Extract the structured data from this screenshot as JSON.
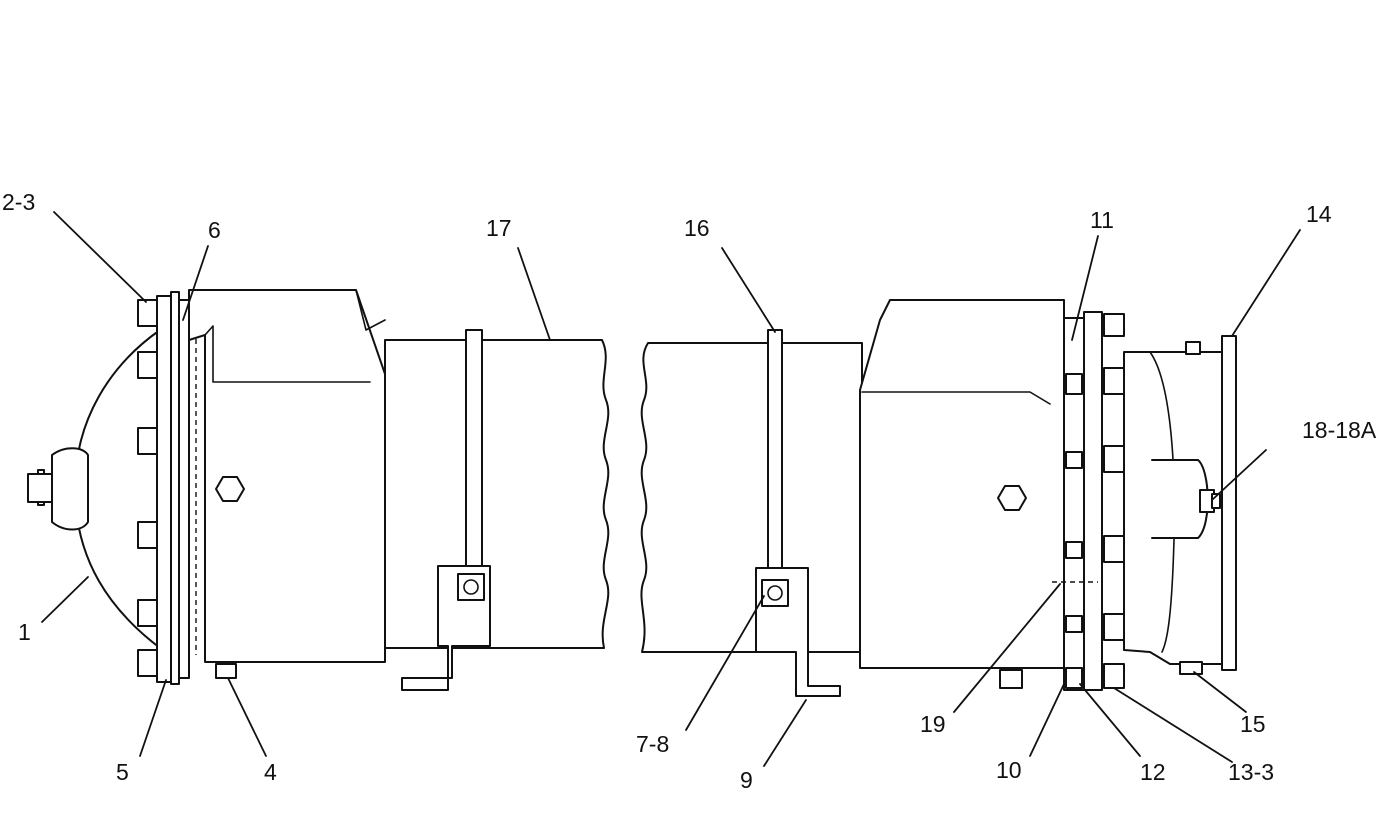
{
  "callouts": {
    "c1": "1",
    "c2_3": "2-3",
    "c4": "4",
    "c5": "5",
    "c6": "6",
    "c7_8": "7-8",
    "c9": "9",
    "c10": "10",
    "c11": "11",
    "c12": "12",
    "c13_3": "13-3",
    "c14": "14",
    "c15": "15",
    "c16": "16",
    "c17": "17",
    "c18_18a": "18-18A",
    "c19": "19"
  },
  "colors": {
    "line": "#111111",
    "background": "#ffffff"
  }
}
